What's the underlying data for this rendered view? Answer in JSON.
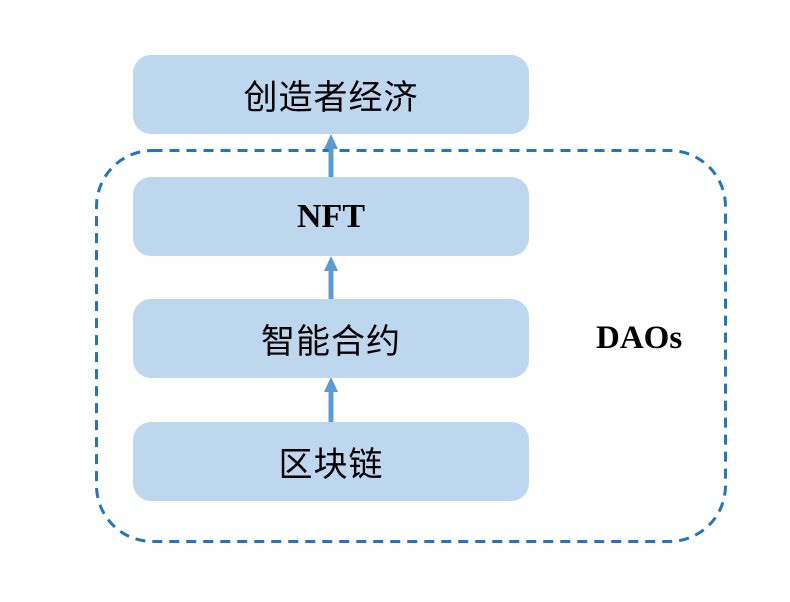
{
  "diagram": {
    "boxes": [
      {
        "id": "creator-economy",
        "label": "创造者经济"
      },
      {
        "id": "nft",
        "label": "NFT"
      },
      {
        "id": "smart-contract",
        "label": "智能合约"
      },
      {
        "id": "blockchain",
        "label": "区块链"
      }
    ],
    "side_label": "DAOs",
    "arrows": [
      {
        "from": "nft",
        "to": "creator-economy"
      },
      {
        "from": "smart-contract",
        "to": "nft"
      },
      {
        "from": "blockchain",
        "to": "smart-contract"
      }
    ],
    "boundary_encloses": [
      "nft",
      "smart-contract",
      "blockchain"
    ],
    "colors": {
      "box_fill": "#BDD7EE",
      "arrow": "#5B9BD5",
      "dashed_border": "#2176BD",
      "text": "#000000",
      "background": "#FFFFFF"
    }
  }
}
